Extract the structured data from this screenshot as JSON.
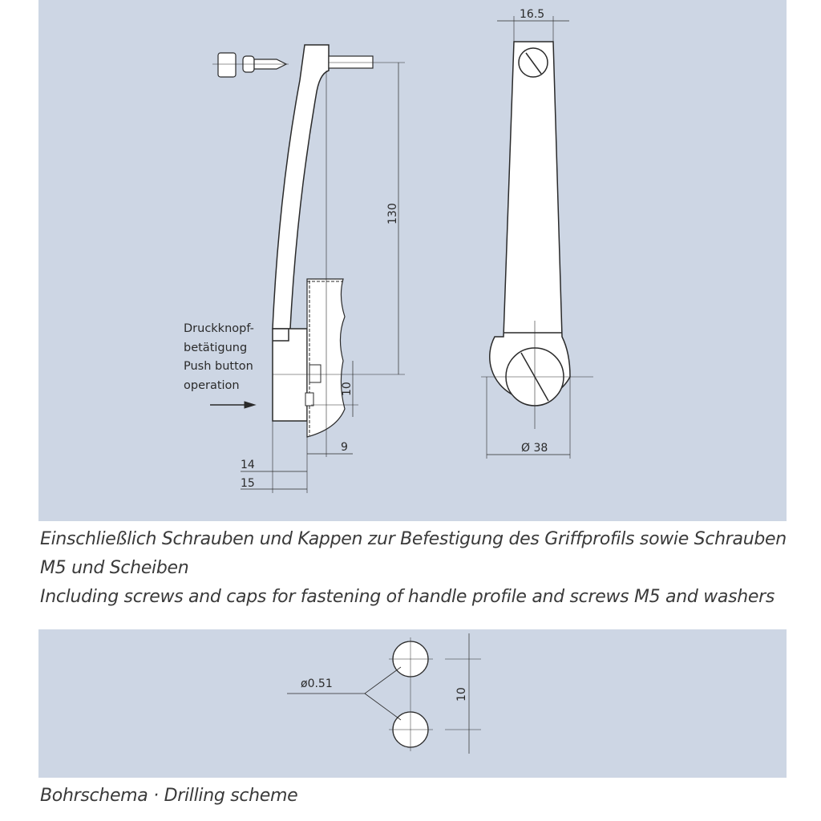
{
  "drawing": {
    "push_label": [
      "Druckknopf-",
      "betätigung",
      "Push button",
      "operation"
    ],
    "dims": {
      "height": "130",
      "offset": "10",
      "depth": "9",
      "base_14": "14",
      "base_15": "15",
      "width_top": "16.5",
      "diameter": "Ø 38"
    }
  },
  "captions": {
    "line1_de": "Einschließlich Schrauben und Kappen zur Befestigung des Griffprofils sowie Schrauben",
    "line2_de": "M5 und Scheiben",
    "line3_en": "Including screws and caps for fastening of handle profile and screws M5 and washers"
  },
  "drilling": {
    "hole_label": "ø0.51",
    "spacing": "10",
    "caption": "Bohrschema · Drilling scheme"
  },
  "colors": {
    "panel": "#cdd6e4",
    "line": "#2a2a2a",
    "part": "#ffffff"
  }
}
